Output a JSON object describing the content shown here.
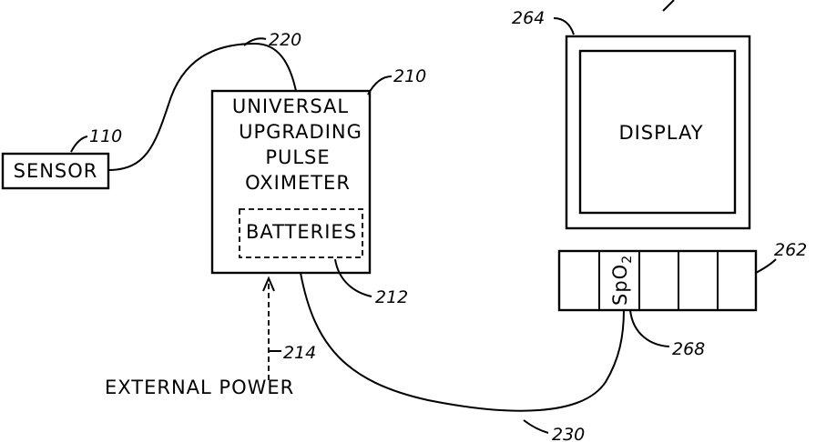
{
  "sensor": {
    "label": "SENSOR",
    "ref": "110"
  },
  "oximeter": {
    "lines": [
      "UNIVERSAL",
      "UPGRADING",
      "PULSE",
      "OXIMETER"
    ],
    "ref": "210",
    "batteries": {
      "label": "BATTERIES",
      "ref": "212"
    }
  },
  "cable_sensor": {
    "ref": "220"
  },
  "cable_monitor": {
    "ref": "230"
  },
  "external_power": {
    "label": "EXTERNAL POWER",
    "ref": "214"
  },
  "monitor": {
    "display_label": "DISPLAY",
    "display_ref": "264",
    "module_rack_ref": "262",
    "spo2_module": {
      "label_main": "SpO",
      "label_sub": "2",
      "ref": "268"
    }
  }
}
